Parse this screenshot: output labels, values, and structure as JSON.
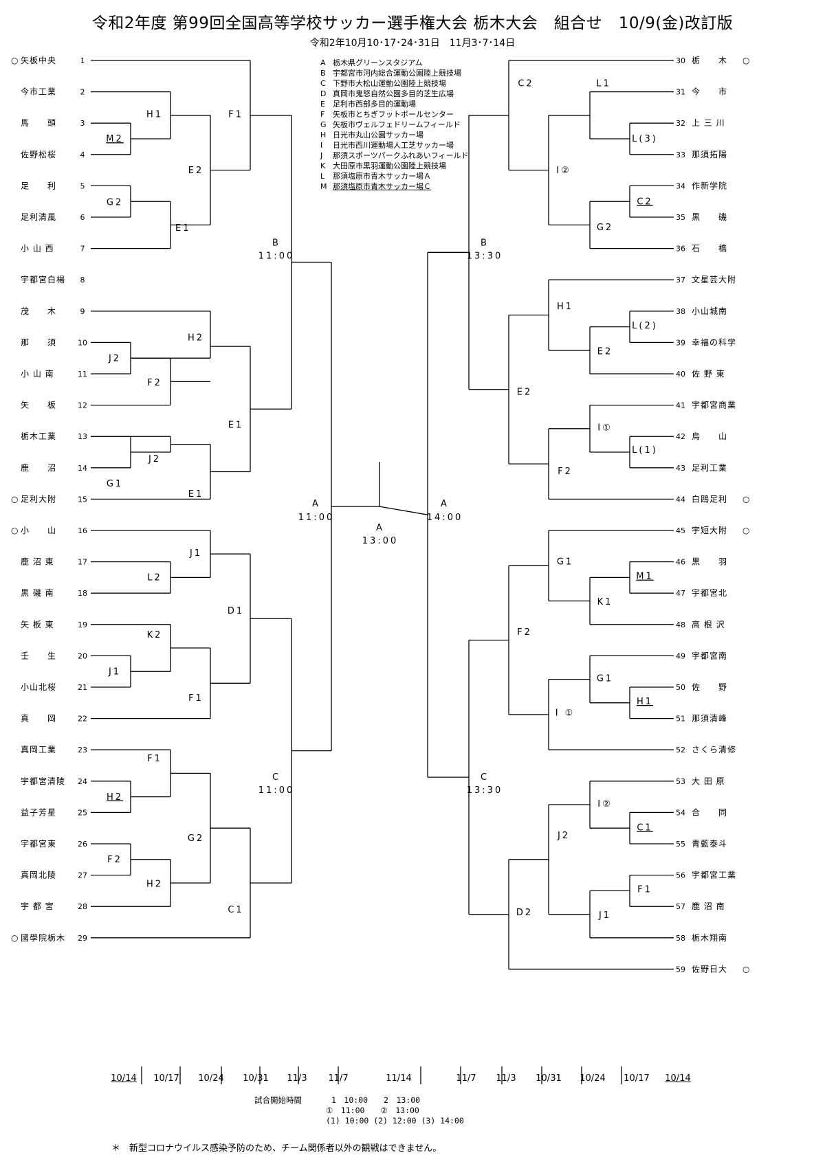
{
  "header": {
    "title": "令和2年度 第99回全国高等学校サッカー選手権大会 栃木大会　組合せ　10/9(金)改訂版",
    "subtitle": "令和2年10月10･17･24･31日　11月3･7･14日"
  },
  "venues": [
    {
      "code": "A",
      "name": "栃木県グリーンスタジアム",
      "underline": false
    },
    {
      "code": "B",
      "name": "宇都宮市河内総合運動公園陸上競技場",
      "underline": false
    },
    {
      "code": "C",
      "name": "下野市大松山運動公園陸上競技場",
      "underline": false
    },
    {
      "code": "D",
      "name": "真岡市鬼怒自然公園多目的芝生広場",
      "underline": false
    },
    {
      "code": "E",
      "name": "足利市西部多目的運動場",
      "underline": false
    },
    {
      "code": "F",
      "name": "矢板市とちぎフットボールセンター",
      "underline": false
    },
    {
      "code": "G",
      "name": "矢板市ヴェルフェドリームフィールド",
      "underline": false
    },
    {
      "code": "H",
      "name": "日光市丸山公園サッカー場",
      "underline": false
    },
    {
      "code": "I",
      "name": "日光市西川運動場人工芝サッカー場",
      "underline": false
    },
    {
      "code": "J",
      "name": "那須スポーツパークふれあいフィールド",
      "underline": false
    },
    {
      "code": "K",
      "name": "大田原市黒羽運動公園陸上競技場",
      "underline": false
    },
    {
      "code": "L",
      "name": "那須塩原市青木サッカー場Ａ",
      "underline": false
    },
    {
      "code": "M",
      "name": "那須塩原市青木サッカー場Ｃ",
      "underline": true
    }
  ],
  "left_teams": [
    {
      "no": "1",
      "name": "矢板中央",
      "seed": true
    },
    {
      "no": "2",
      "name": "今市工業",
      "seed": false
    },
    {
      "no": "3",
      "name": "馬　　頭",
      "seed": false
    },
    {
      "no": "4",
      "name": "佐野松桜",
      "seed": false
    },
    {
      "no": "5",
      "name": "足　　利",
      "seed": false
    },
    {
      "no": "6",
      "name": "足利清風",
      "seed": false
    },
    {
      "no": "7",
      "name": "小 山 西",
      "seed": false
    },
    {
      "no": "8",
      "name": "宇都宮白楊",
      "seed": false
    },
    {
      "no": "9",
      "name": "茂　　木",
      "seed": false
    },
    {
      "no": "10",
      "name": "那　　須",
      "seed": false
    },
    {
      "no": "11",
      "name": "小 山 南",
      "seed": false
    },
    {
      "no": "12",
      "name": "矢　　板",
      "seed": false
    },
    {
      "no": "13",
      "name": "栃木工業",
      "seed": false
    },
    {
      "no": "14",
      "name": "鹿　　沼",
      "seed": false
    },
    {
      "no": "15",
      "name": "足利大附",
      "seed": true
    },
    {
      "no": "16",
      "name": "小　　山",
      "seed": true
    },
    {
      "no": "17",
      "name": "鹿 沼 東",
      "seed": false
    },
    {
      "no": "18",
      "name": "黒 磯 南",
      "seed": false
    },
    {
      "no": "19",
      "name": "矢 板 東",
      "seed": false
    },
    {
      "no": "20",
      "name": "壬　　生",
      "seed": false
    },
    {
      "no": "21",
      "name": "小山北桜",
      "seed": false
    },
    {
      "no": "22",
      "name": "真　　岡",
      "seed": false
    },
    {
      "no": "23",
      "name": "真岡工業",
      "seed": false
    },
    {
      "no": "24",
      "name": "宇都宮清陵",
      "seed": false
    },
    {
      "no": "25",
      "name": "益子芳星",
      "seed": false
    },
    {
      "no": "26",
      "name": "宇都宮東",
      "seed": false
    },
    {
      "no": "27",
      "name": "真岡北陵",
      "seed": false
    },
    {
      "no": "28",
      "name": "宇 都 宮",
      "seed": false
    },
    {
      "no": "29",
      "name": "國學院栃木",
      "seed": true
    }
  ],
  "right_teams": [
    {
      "no": "30",
      "name": "栃　　木",
      "seed": true
    },
    {
      "no": "31",
      "name": "今　　市",
      "seed": false
    },
    {
      "no": "32",
      "name": "上 三 川",
      "seed": false
    },
    {
      "no": "33",
      "name": "那須拓陽",
      "seed": false
    },
    {
      "no": "34",
      "name": "作新学院",
      "seed": false
    },
    {
      "no": "35",
      "name": "黒　　磯",
      "seed": false
    },
    {
      "no": "36",
      "name": "石　　橋",
      "seed": false
    },
    {
      "no": "37",
      "name": "文星芸大附",
      "seed": false
    },
    {
      "no": "38",
      "name": "小山城南",
      "seed": false
    },
    {
      "no": "39",
      "name": "幸福の科学",
      "seed": false
    },
    {
      "no": "40",
      "name": "佐 野 東",
      "seed": false
    },
    {
      "no": "41",
      "name": "宇都宮商業",
      "seed": false
    },
    {
      "no": "42",
      "name": "烏　　山",
      "seed": false
    },
    {
      "no": "43",
      "name": "足利工業",
      "seed": false
    },
    {
      "no": "44",
      "name": "白鴎足利",
      "seed": true
    },
    {
      "no": "45",
      "name": "宇短大附",
      "seed": true
    },
    {
      "no": "46",
      "name": "黒　　羽",
      "seed": false
    },
    {
      "no": "47",
      "name": "宇都宮北",
      "seed": false
    },
    {
      "no": "48",
      "name": "高 根 沢",
      "seed": false
    },
    {
      "no": "49",
      "name": "宇都宮南",
      "seed": false
    },
    {
      "no": "50",
      "name": "佐　　野",
      "seed": false
    },
    {
      "no": "51",
      "name": "那須清峰",
      "seed": false
    },
    {
      "no": "52",
      "name": "さくら清修",
      "seed": false
    },
    {
      "no": "53",
      "name": "大 田 原",
      "seed": false
    },
    {
      "no": "54",
      "name": "合　　同",
      "seed": false
    },
    {
      "no": "55",
      "name": "青藍泰斗",
      "seed": false
    },
    {
      "no": "56",
      "name": "宇都宮工業",
      "seed": false
    },
    {
      "no": "57",
      "name": "鹿 沼 南",
      "seed": false
    },
    {
      "no": "58",
      "name": "栃木翔南",
      "seed": false
    },
    {
      "no": "59",
      "name": "佐野日大",
      "seed": true
    }
  ],
  "match_labels": {
    "L_r0_a": "M2",
    "L_r1_a": "H1",
    "L_r1_b": "G2",
    "L_r2_a": "E2",
    "L_r2_b": "E1",
    "L_r3_a": "F1",
    "L_r1_c": "J2",
    "L_r2_c": "H2",
    "L_r2_d": "F2",
    "L_r1_d": "G1",
    "L_r2_e": "J2",
    "L_r2_f": "E1",
    "L_r3_b": "E1",
    "L_r1_e": "L2",
    "L_r2_g": "J1",
    "L_r1_f": "J1",
    "L_r2_h": "K2",
    "L_r2_i": "F1",
    "L_r3_c": "D1",
    "L_r1_g": "H2",
    "L_r2_j": "F1",
    "L_r1_h": "F2",
    "L_r2_k": "H2",
    "L_r2_l": "G2",
    "L_r3_d": "C1",
    "L_qf_top": "B",
    "L_qf_top_time": "11:00",
    "L_qf_bot": "C",
    "L_qf_bot_time": "11:00",
    "L_sf": "A",
    "L_sf_time": "11:00",
    "final": "A",
    "final_time": "13:00",
    "R_sf": "A",
    "R_sf_time": "14:00",
    "R_qf_top": "B",
    "R_qf_top_time": "13:30",
    "R_qf_bot": "C",
    "R_qf_bot_time": "13:30",
    "R_r0_a": "L(3)",
    "R_r1_a": "L1",
    "R_r0_b": "C2",
    "R_r1_b": "G2",
    "R_r2_a": "I②",
    "R_r3_a": "C2",
    "R_r0_c": "L(2)",
    "R_r1_c": "E2",
    "R_r2_b": "H1",
    "R_r0_d": "L(1)",
    "R_r1_d": "I①",
    "R_r2_c": "F2",
    "R_r3_b": "E2",
    "R_r0_e": "M1",
    "R_r1_e": "K1",
    "R_r2_d": "G1",
    "R_r0_f": "H1",
    "R_r1_f": "G1",
    "R_r2_e": "I ①",
    "R_r3_c": "F2",
    "R_r0_g": "C1",
    "R_r1_g": "I②",
    "R_r0_h": "F1",
    "R_r1_h": "J1",
    "R_r2_f": "J2",
    "R_r3_d": "D2"
  },
  "dates": [
    "10/14",
    "10/17",
    "10/24",
    "10/31",
    "11/3",
    "11/7",
    "11/14",
    "11/7",
    "11/3",
    "10/31",
    "10/24",
    "10/17",
    "10/14"
  ],
  "times": {
    "label": "試合開始時間",
    "line1": "1　10:00　　2　13:00",
    "line2": "①　11:00　　②　13:00",
    "line3": "(1) 10:00 (2) 12:00 (3) 14:00"
  },
  "footnote": "＊　新型コロナウイルス感染予防のため、チーム関係者以外の観戦はできません。"
}
